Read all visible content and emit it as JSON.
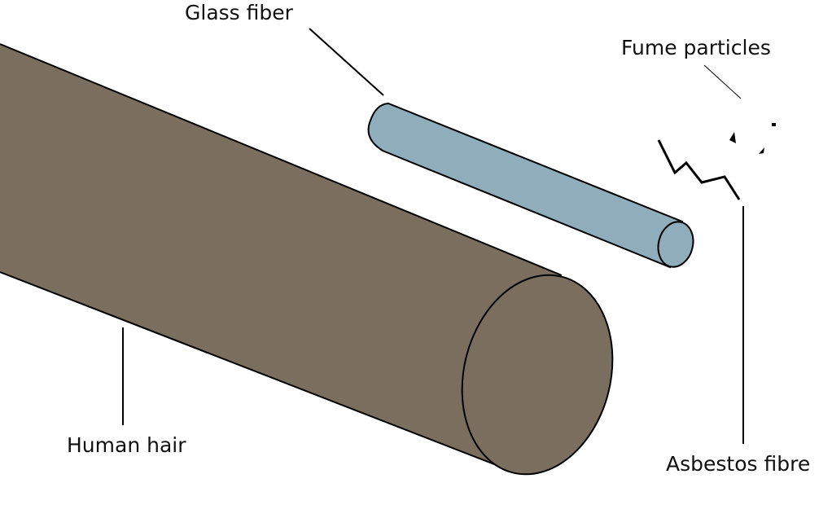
{
  "labels": {
    "glass_fiber": "Glass fiber",
    "fume_particles": "Fume particles",
    "human_hair": "Human hair",
    "asbestos_fibre": "Asbestos fibre"
  },
  "colors": {
    "human_hair": "#7a6e5f",
    "glass_fiber": "#8fadbb",
    "outline": "#000000",
    "background": "#ffffff"
  }
}
